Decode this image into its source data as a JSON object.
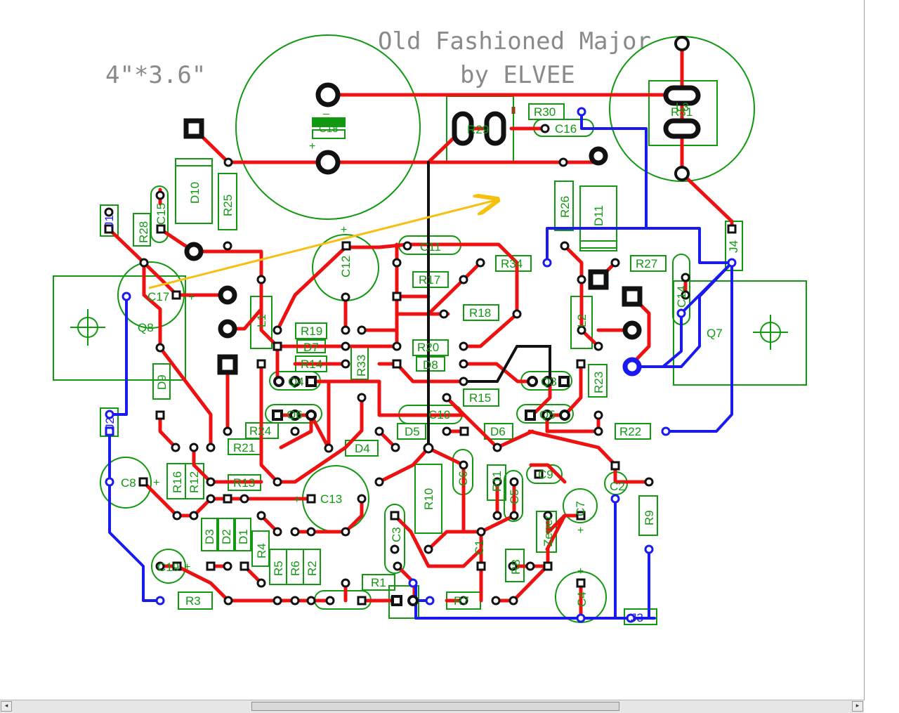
{
  "board": {
    "title": "Old Fashioned Major",
    "subtitle": "by ELVEE",
    "size_label": "4\"*3.6\""
  },
  "colors": {
    "top_trace": "#ee1111",
    "bottom_trace": "#1a1aee",
    "jumper": "#111111",
    "silkscreen": "#119911",
    "arrow": "#f5c010",
    "title_text": "#8a8a8a"
  },
  "labels": {
    "C18": "C18",
    "R29": "R29",
    "R30": "R30",
    "C16": "C16",
    "R31": "R31",
    "L3": "L3",
    "D10": "D10",
    "R25": "R25",
    "C15": "C15",
    "R28": "R28",
    "J1": "J1",
    "R26": "R26",
    "D11": "D11",
    "C12": "C12",
    "C11": "C11",
    "R34": "R34",
    "R27": "R27",
    "J4": "J4",
    "C17": "C17",
    "Q8": "Q8",
    "R17": "R17",
    "C14": "C14",
    "Q7": "Q7",
    "R18": "R18",
    "L1": "L1",
    "L2": "L2",
    "R19": "R19",
    "D7": "D7",
    "R14": "R14",
    "R33": "R33",
    "R20": "R20",
    "D8": "D8",
    "D9": "D9",
    "Q4": "Q4",
    "Q3": "Q3",
    "R23": "R23",
    "R15": "R15",
    "J2": "J2",
    "Q6": "Q6",
    "C10": "C10",
    "Q5": "Q5",
    "R24": "R24",
    "D5": "D5",
    "D6": "D6",
    "R22": "R22",
    "R21": "R21",
    "D4": "D4",
    "C8": "C8",
    "R16": "R16",
    "R12": "R12",
    "R13": "R13",
    "C13": "C13",
    "R10": "R10",
    "C6": "C6",
    "R11": "R11",
    "C9": "C9",
    "C5": "C5",
    "C2": "C2",
    "C7": "C7",
    "R9": "R9",
    "D3": "D3",
    "D2": "D2",
    "D1": "D1",
    "R4": "R4",
    "C3": "C3",
    "Zener": "Zener",
    "C1": "C1",
    "R5": "R5",
    "R6": "R6",
    "R2": "R2",
    "C19": "C19",
    "R8": "R8",
    "C4": "C4",
    "R3": "R3",
    "R1": "R1",
    "R7": "R7",
    "J3": "J3"
  },
  "scrollbar": {
    "left_arrow": "◂",
    "right_arrow": "▸"
  }
}
